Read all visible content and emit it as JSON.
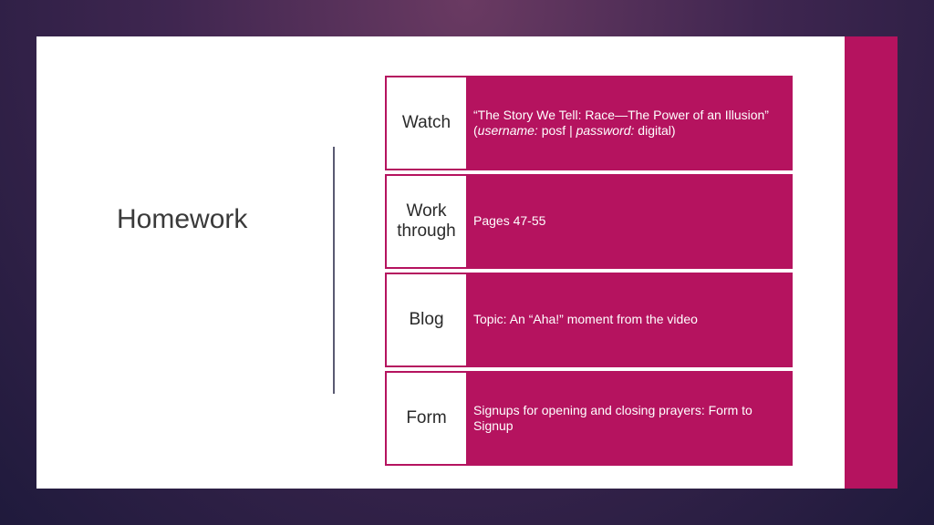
{
  "slide": {
    "title": "Homework",
    "rows": [
      {
        "label": "Watch",
        "desc_parts": {
          "pre": "“The Story We Tell: Race—The Power of an Illusion”  (",
          "user_label": "username:",
          "user_value": " posf  |  ",
          "pass_label": "password:",
          "pass_value": " digital)"
        }
      },
      {
        "label": "Work through",
        "desc": "Pages 47-55"
      },
      {
        "label": "Blog",
        "desc": "Topic: An “Aha!” moment from the video"
      },
      {
        "label": "Form",
        "desc": "Signups for opening and closing prayers: Form to Signup"
      }
    ]
  },
  "colors": {
    "accent": "#b5135f",
    "background_top": "#6a3a62",
    "background_bottom": "#1f1a3c"
  }
}
